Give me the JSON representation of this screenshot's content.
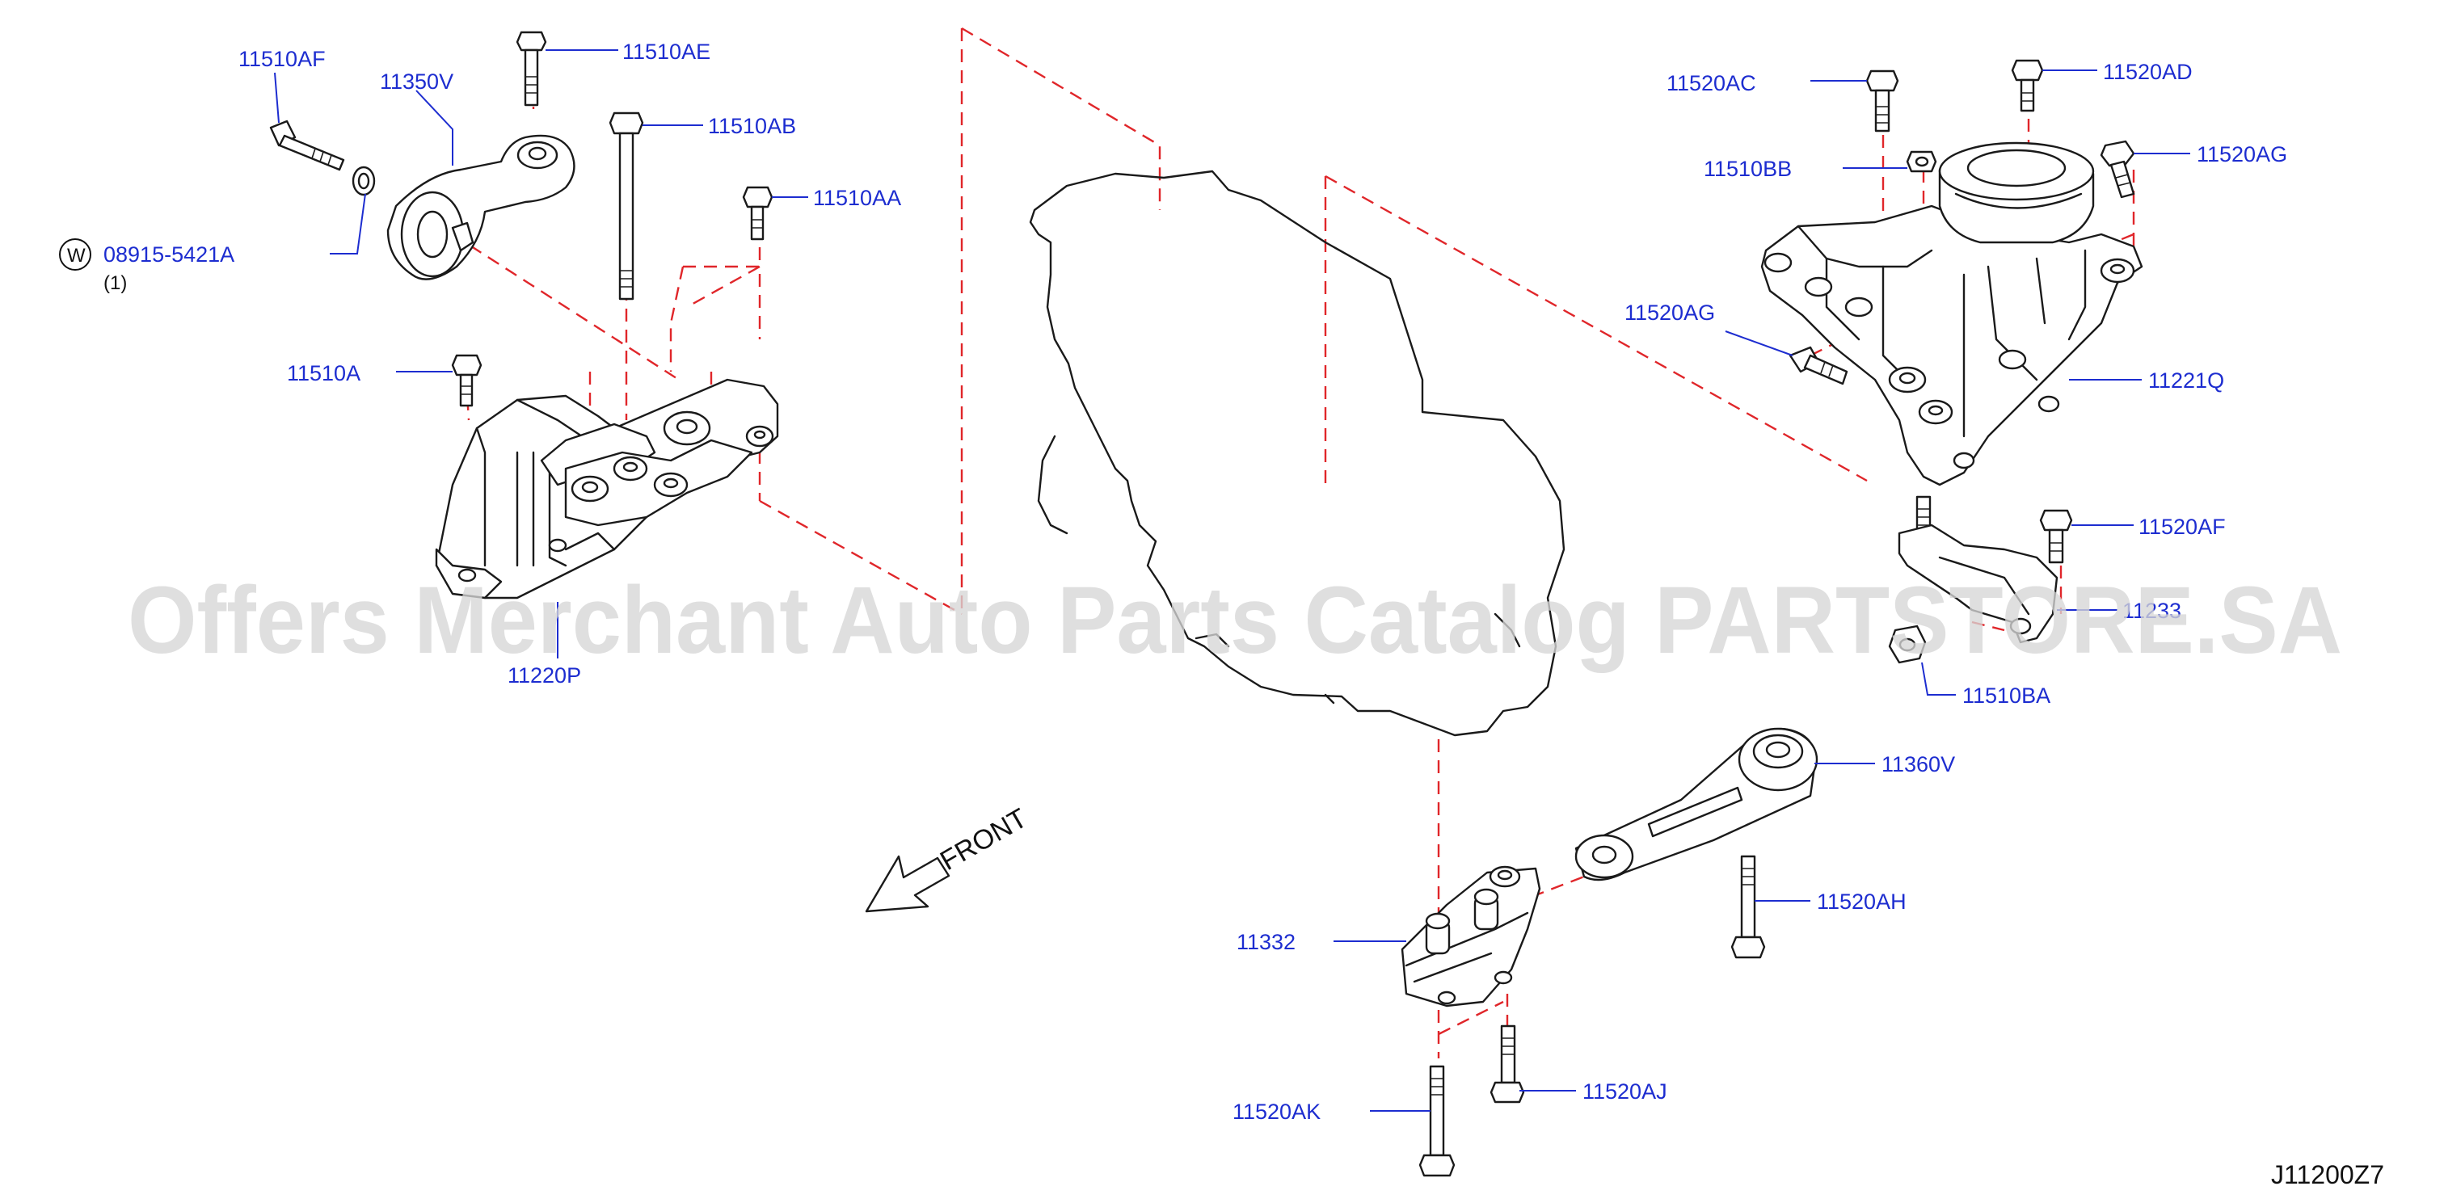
{
  "labels": {
    "p11510AF": "11510AF",
    "p11350V": "11350V",
    "p11510AE": "11510AE",
    "p11510AB": "11510AB",
    "p11510AA": "11510AA",
    "p08915": "08915-5421A",
    "w_symbol": "W",
    "qty": "(1)",
    "p11510A": "11510A",
    "p11220P": "11220P",
    "p11520AC": "11520AC",
    "p11520AD": "11520AD",
    "p11510BB": "11510BB",
    "p11520AG_top": "11520AG",
    "p11520AG_left": "11520AG",
    "p11221Q": "11221Q",
    "p11520AF": "11520AF",
    "p11233": "11233",
    "p11510BA": "11510BA",
    "p11360V": "11360V",
    "p11520AH": "11520AH",
    "p11332": "11332",
    "p11520AJ": "11520AJ",
    "p11520AK": "11520AK",
    "front": "FRONT",
    "diagram_code": "J11200Z7"
  },
  "watermark": "Offers Merchant Auto Parts Catalog PARTSTORE.SA",
  "colors": {
    "label": "#1d2dd0",
    "dash": "#e0262a",
    "line": "#1a1a1a",
    "watermark": "#d6d6d6"
  }
}
